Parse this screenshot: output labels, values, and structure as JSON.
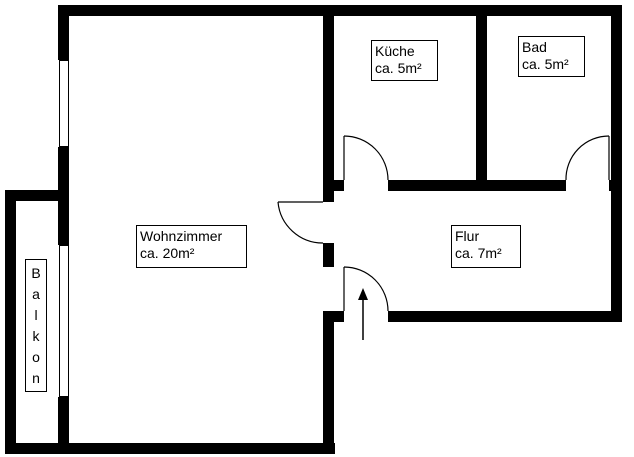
{
  "colors": {
    "wall": "#000000",
    "background": "#ffffff"
  },
  "rooms": {
    "kueche": {
      "name": "Küche",
      "area": "ca. 5m²"
    },
    "bad": {
      "name": "Bad",
      "area": "ca. 5m²"
    },
    "wohnzimmer": {
      "name": "Wohnzimmer",
      "area": "ca. 20m²"
    },
    "flur": {
      "name": "Flur",
      "area": "ca. 7m²"
    },
    "balkon": {
      "name": "Balkon",
      "letters": [
        "B",
        "a",
        "l",
        "k",
        "o",
        "n"
      ]
    }
  },
  "icons": {
    "entrance": "arrow-up-icon"
  }
}
